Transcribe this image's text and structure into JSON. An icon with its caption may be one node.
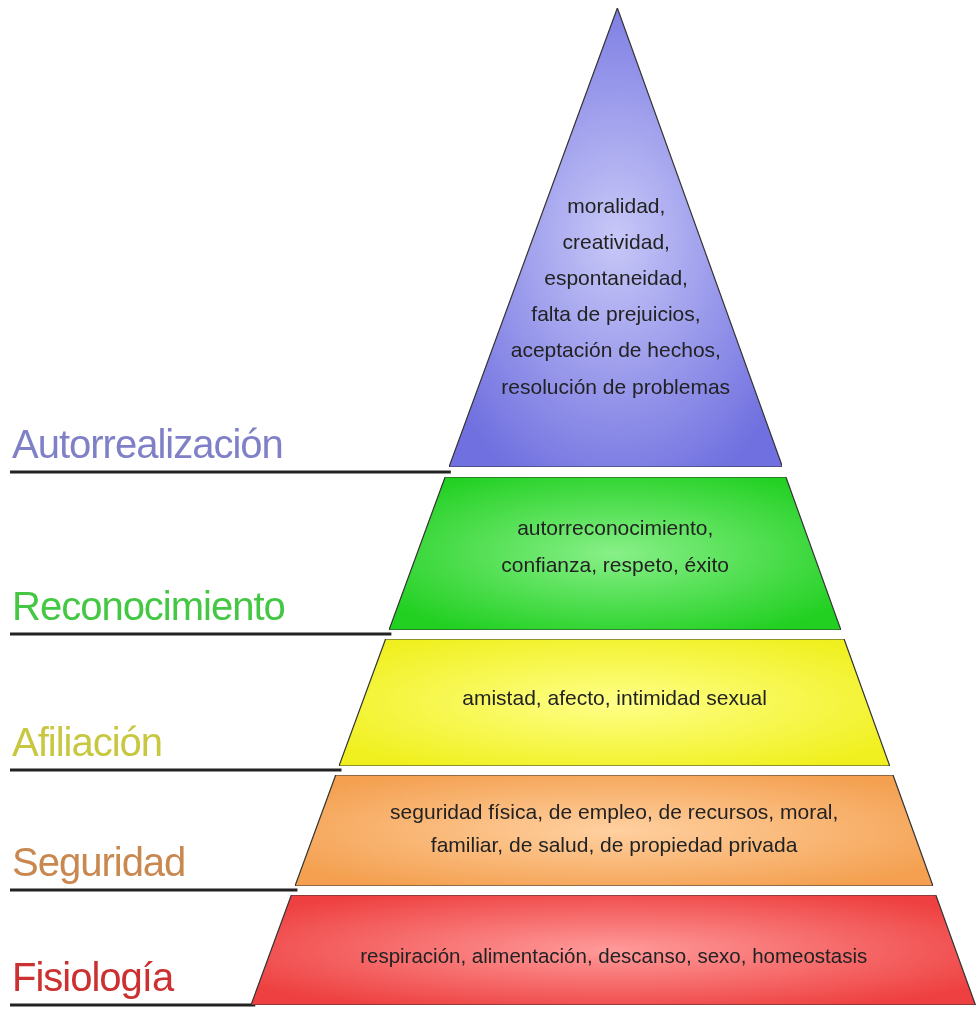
{
  "diagram": {
    "nodes": [
      {
        "text": [
          "moralidad, creatividad, espontaneidad, falta de prejuicios, aceptación de hechos, resolución de problemas"
        ]
      },
      {
        "text": [
          "autorreconocimiento, confianza, respeto, éxito"
        ]
      },
      {
        "text": [
          "amistad, afecto, intimidad sexual"
        ]
      },
      {
        "text": [
          "seguridad física, de empleo, de recursos, moral, familiar, de salud, de propiedad privada"
        ]
      },
      {
        "text": [
          "respiración, alimentación, descanso, sexo, homeostasis"
        ]
      }
    ],
    "labels": [
      "Autorrealización",
      "Reconocimiento",
      "Afiliación",
      "Seguridad",
      "Fisiología"
    ]
  }
}
